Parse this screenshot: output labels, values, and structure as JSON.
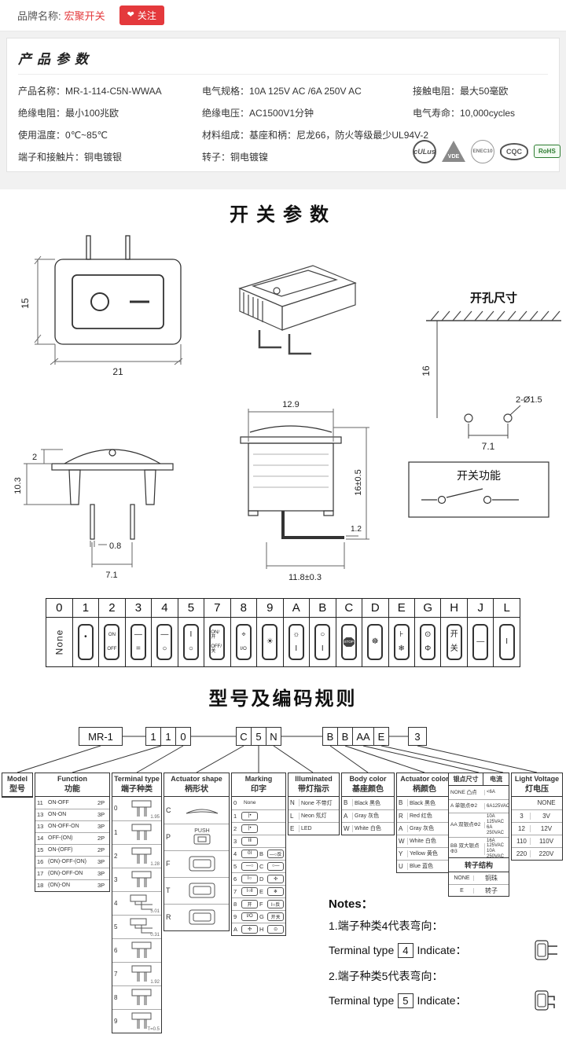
{
  "topbar": {
    "brand_label": "品牌名称:",
    "brand_name": "宏聚开关",
    "heart_icon": "❤",
    "follow_label": "关注"
  },
  "product": {
    "title": "产品参数",
    "specs": [
      {
        "label": "产品名称：",
        "value": "MR-1-114-C5N-WWAA"
      },
      {
        "label": "电气规格：",
        "value": "10A 125V AC /6A 250V AC"
      },
      {
        "label": "接触电阻：",
        "value": "最大50毫欧"
      },
      {
        "label": "绝缘电阻：",
        "value": "最小100兆欧"
      },
      {
        "label": "绝缘电压：",
        "value": "AC1500V1分钟"
      },
      {
        "label": "电气寿命：",
        "value": "10,000cycles"
      },
      {
        "label": "使用温度：",
        "value": "0℃~85℃"
      },
      {
        "label": "材料组成：",
        "value": "基座和柄：尼龙66，防火等级最少UL94V-2"
      },
      {
        "label": "端子和接触片：",
        "value": "铜电镀银"
      },
      {
        "label": "转子：",
        "value": "铜电镀镍"
      }
    ],
    "certs": [
      "cULus",
      "VDE",
      "ENEC10",
      "CQC",
      "RoHS"
    ]
  },
  "switch_section": {
    "title": "开关参数",
    "dims": {
      "front_height": "15",
      "front_width": "21",
      "hole_title": "开孔尺寸",
      "hole_depth": "16",
      "hole_pitch": "7.1",
      "hole_dia": "2-Ø1.5",
      "side_lip": "2",
      "side_height": "10.3",
      "pin_width": "0.8",
      "pin_pitch": "7.1",
      "top_width": "12.9",
      "pin_thickness": "1.2",
      "total_height": "16±0.5",
      "pin_length": "11.8±0.3",
      "function_title": "开关功能"
    },
    "marking_codes": {
      "cells": [
        {
          "code": "0",
          "none": "None"
        },
        {
          "code": "1",
          "top": "•",
          "bottom": ""
        },
        {
          "code": "2",
          "top": "ON",
          "bottom": "OFF",
          "small": true
        },
        {
          "code": "3",
          "top": "—",
          "bottom": "="
        },
        {
          "code": "4",
          "top": "—",
          "bottom": "○"
        },
        {
          "code": "5",
          "top": "I",
          "bottom": "○"
        },
        {
          "code": "7",
          "top": "ON/开",
          "bottom": "OFF/关",
          "small": true
        },
        {
          "code": "8",
          "top": "✣",
          "bottom": "I/O",
          "small": true
        },
        {
          "code": "9",
          "center": "☀"
        },
        {
          "code": "A",
          "top": "☼",
          "bottom": "I"
        },
        {
          "code": "B",
          "top": "○",
          "bottom": "I"
        },
        {
          "code": "C",
          "center": "STOP",
          "stop": true
        },
        {
          "code": "D",
          "center": "☸"
        },
        {
          "code": "E",
          "top": "⊦",
          "bottom": "❄"
        },
        {
          "code": "G",
          "top": "⊙",
          "bottom": "Φ"
        },
        {
          "code": "H",
          "top": "开",
          "bottom": "关"
        },
        {
          "code": "J",
          "center": "—"
        },
        {
          "code": "L",
          "center": "I"
        }
      ]
    }
  },
  "coding": {
    "title": "型号及编码规则",
    "boxes": {
      "model": "MR-1",
      "digits1": [
        "1",
        "1",
        "0"
      ],
      "digits2": [
        "C",
        "5",
        "N"
      ],
      "digits3": [
        "B",
        "B",
        "AA",
        "E"
      ],
      "light": "3"
    },
    "model_table": {
      "en": "Model",
      "cn": "型号"
    },
    "function_table": {
      "en": "Function",
      "cn": "功能",
      "rows": [
        [
          "11",
          "ON-OFF",
          "2P"
        ],
        [
          "13",
          "ON-ON",
          "3P"
        ],
        [
          "13",
          "ON-OFF-ON",
          "3P"
        ],
        [
          "14",
          "OFF-(ON)",
          "2P"
        ],
        [
          "15",
          "ON-(OFF)",
          "2P"
        ],
        [
          "16",
          "(ON)-OFF-(ON)",
          "3P"
        ],
        [
          "17",
          "(ON)-OFF-ON",
          "3P"
        ],
        [
          "18",
          "(ON)-ON",
          "3P"
        ]
      ]
    },
    "terminal_table": {
      "en": "Terminal type",
      "cn": "端子种类",
      "rows": [
        {
          "code": "0",
          "dim": "1.95",
          "bent": false
        },
        {
          "code": "1",
          "dim": "",
          "bent": false
        },
        {
          "code": "2",
          "dim": "1.28",
          "bent": false
        },
        {
          "code": "3",
          "dim": "",
          "bent": false
        },
        {
          "code": "4",
          "dim": "5.01",
          "bent": true
        },
        {
          "code": "5",
          "dim": "0.31",
          "bent": true
        },
        {
          "code": "6",
          "dim": "",
          "bent": false
        },
        {
          "code": "7",
          "dim": "1.92",
          "bent": false
        },
        {
          "code": "8",
          "dim": "",
          "bent": false
        },
        {
          "code": "9",
          "dim": "T=0.5",
          "bent": false
        }
      ]
    },
    "shape_table": {
      "en": "Actuator shape",
      "cn": "柄形状",
      "rows": [
        {
          "code": "C",
          "icon": "lens"
        },
        {
          "code": "P",
          "icon": "push",
          "label": "PUSH"
        },
        {
          "code": "F",
          "icon": "rocker"
        },
        {
          "code": "T",
          "icon": "rocker"
        },
        {
          "code": "R",
          "icon": "rocker"
        }
      ]
    },
    "marking_table": {
      "en": "Marking",
      "cn": "印字",
      "rows": [
        {
          "l": "0",
          "li": "None",
          "text": true
        },
        {
          "l": "1",
          "li": "|•"
        },
        {
          "l": "2",
          "li": "|•"
        },
        {
          "l": "3",
          "li": "I‖"
        },
        {
          "l": "4",
          "li": "0I",
          "r": "B",
          "ri": "—○反"
        },
        {
          "l": "5",
          "li": "—○",
          "r": "C",
          "ri": "○—"
        },
        {
          "l": "6",
          "li": "I○",
          "r": "D",
          "ri": "✣"
        },
        {
          "l": "7",
          "li": "I○‖",
          "r": "E",
          "ri": "❄"
        },
        {
          "l": "8",
          "li": "开",
          "r": "F",
          "ri": "I○反"
        },
        {
          "l": "9",
          "li": "I/O",
          "r": "G",
          "ri": "开关"
        },
        {
          "l": "A",
          "li": "✣",
          "r": "H",
          "ri": "⊙"
        }
      ]
    },
    "illuminated_table": {
      "en": "Illuminated",
      "cn": "带灯指示",
      "rows": [
        [
          "N",
          "None 不带灯"
        ],
        [
          "L",
          "Neon 氖灯"
        ],
        [
          "E",
          "LED"
        ]
      ]
    },
    "body_color_table": {
      "en": "Body color",
      "cn": "基座颜色",
      "rows": [
        [
          "B",
          "Black 黑色"
        ],
        [
          "A",
          "Gray 灰色"
        ],
        [
          "W",
          "White 白色"
        ]
      ]
    },
    "actuator_color_table": {
      "en": "Actuator color",
      "cn": "柄颜色",
      "rows": [
        [
          "B",
          "Black 黑色"
        ],
        [
          "R",
          "Red 红色"
        ],
        [
          "A",
          "Gray 灰色"
        ],
        [
          "W",
          "White 白色"
        ],
        [
          "Y",
          "Yellow 黄色"
        ],
        [
          "U",
          "Blue 蓝色"
        ]
      ]
    },
    "silver_table": {
      "headers": [
        "银点尺寸",
        "电流"
      ],
      "rows": [
        [
          "NONE 凸点",
          "<6A"
        ],
        [
          "A 单银点Φ2",
          "6A125VAC"
        ],
        [
          "AA 双银点Φ2",
          "10A 125VAC 6A 250VAC"
        ],
        [
          "BB 双大银点Φ3",
          "16A 125VAC 10A 250VAC"
        ]
      ]
    },
    "rotor_table": {
      "title": "转子结构",
      "rows": [
        [
          "NONE",
          "铜珠"
        ],
        [
          "E",
          "转子"
        ]
      ]
    },
    "light_table": {
      "en": "Light Voltage",
      "cn": "灯电压",
      "rows": [
        [
          "",
          "NONE"
        ],
        [
          "3",
          "3V"
        ],
        [
          "12",
          "12V"
        ],
        [
          "110",
          "110V"
        ],
        [
          "220",
          "220V"
        ]
      ]
    },
    "notes": {
      "title": "Notes：",
      "item1_cn": "1.端子种类4代表弯向：",
      "item1_en_pre": "Terminal type",
      "item1_code": "4",
      "item1_en_post": "Indicate：",
      "item2_cn": "2.端子种类5代表弯向：",
      "item2_en_pre": "Terminal type",
      "item2_code": "5",
      "item2_en_post": "Indicate："
    }
  }
}
